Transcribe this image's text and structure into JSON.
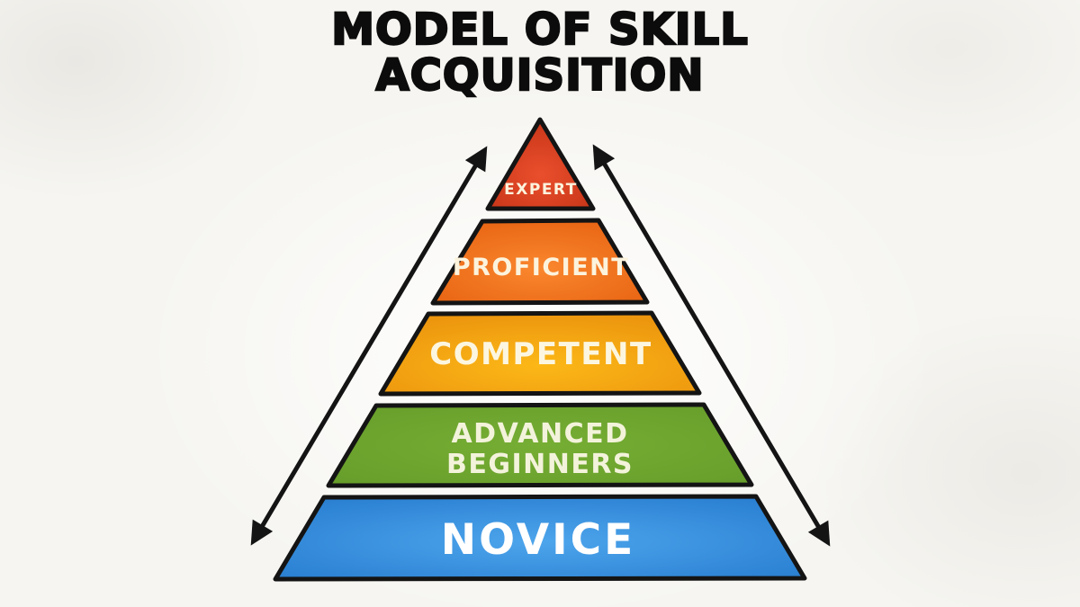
{
  "title": {
    "line1": "MODEL OF SKILL",
    "line2": "ACQUISITION"
  },
  "diagram": {
    "type": "pyramid",
    "levels": [
      {
        "rank": 1,
        "label_lines": [
          "EXPERT"
        ],
        "color_center": "#ea4f2c",
        "color_edge": "#bd2e13",
        "text_color": "#fcf3dd"
      },
      {
        "rank": 2,
        "label_lines": [
          "PROFICIENT"
        ],
        "color_center": "#fa872e",
        "color_edge": "#e2590a",
        "text_color": "#fcf3dd"
      },
      {
        "rank": 3,
        "label_lines": [
          "COMPETENT"
        ],
        "color_center": "#fcb817",
        "color_edge": "#e6890b",
        "text_color": "#fcf6e0"
      },
      {
        "rank": 4,
        "label_lines": [
          "ADVANCED",
          "BEGINNERS"
        ],
        "color_center": "#76ae34",
        "color_edge": "#619727",
        "text_color": "#f3f3db"
      },
      {
        "rank": 5,
        "label_lines": [
          "NOVICE"
        ],
        "color_center": "#4da5ec",
        "color_edge": "#1a6ec5",
        "text_color": "#ffffff"
      }
    ],
    "outline_color": "#141414",
    "arrow_color": "#141414"
  }
}
